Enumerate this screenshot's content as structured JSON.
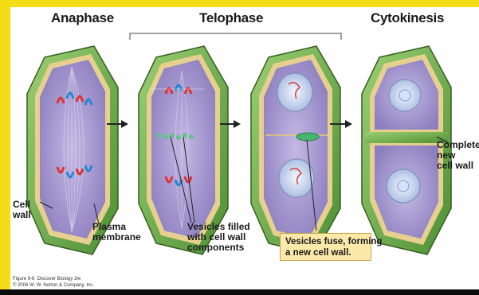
{
  "stages": {
    "anaphase": "Anaphase",
    "telophase": "Telophase",
    "cytokinesis": "Cytokinesis"
  },
  "labels": {
    "cell_wall": "Cell\nwall",
    "plasma_membrane": "Plasma\nmembrane",
    "vesicles_filled": "Vesicles filled\nwith cell wall\ncomponents",
    "complete_new_wall": "Complete\nnew\ncell wall",
    "vesicles_fuse": "Vesicles fuse, forming\na new cell wall."
  },
  "credit": "Figure 9-6  Discover Biology 3/e\n© 2006 W. W. Norton & Company, Inc.",
  "colors": {
    "frame": "#f2dd17",
    "cell_wall": "#6fae4a",
    "cytoplasm": "#a99bd0",
    "membrane": "#d8c07a",
    "callout_bg": "#fbe9a9"
  },
  "icons": [
    "arrow-right-icon",
    "arrow-right-icon",
    "arrow-right-icon",
    "telophase-bracket"
  ]
}
